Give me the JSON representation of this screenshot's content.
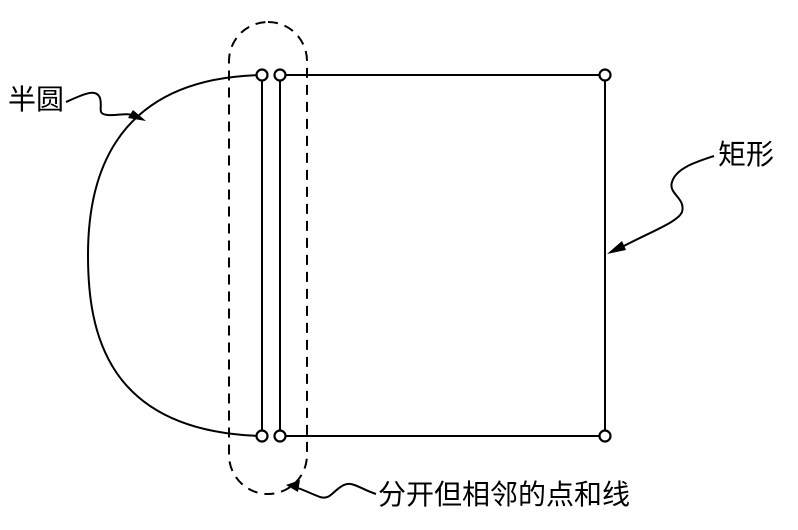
{
  "labels": {
    "semicircle": "半圆",
    "rectangle": "矩形",
    "separate_adjacent": "分开但相邻的点和线"
  },
  "colors": {
    "stroke": "#000000",
    "background": "#ffffff",
    "vertex_fill": "#ffffff"
  }
}
